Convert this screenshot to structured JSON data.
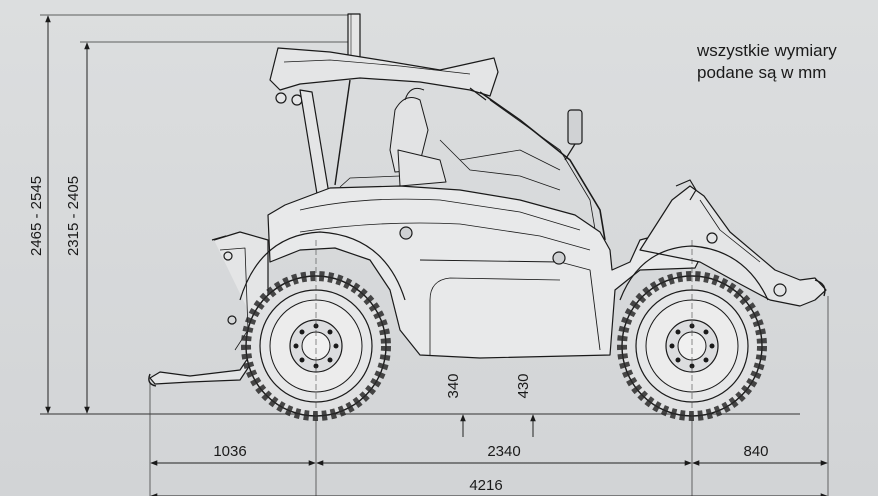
{
  "note": {
    "line1": "wszystkie wymiary",
    "line2": "podane są w mm"
  },
  "dimensions": {
    "overall_height": "2465 - 2545",
    "cab_height": "2315 - 2405",
    "ground_clearance_front": "340",
    "ground_clearance_rear": "430",
    "rear_overhang": "1036",
    "wheelbase": "2340",
    "front_overhang": "840",
    "overall_length": "4216"
  },
  "colors": {
    "background": "#d6d8da",
    "line": "#1a1a1a",
    "tyre": "#2a2a2a"
  }
}
